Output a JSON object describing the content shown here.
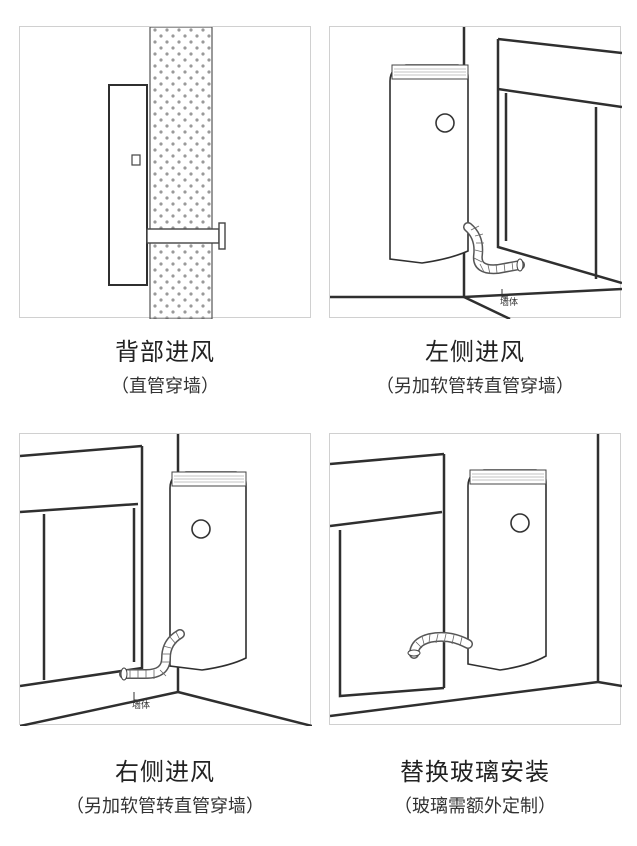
{
  "panels": [
    {
      "title": "背部进风",
      "subtitle": "（直管穿墙）"
    },
    {
      "title": "左侧进风",
      "subtitle": "（另加软管转直管穿墙）",
      "wall_label": "墙体"
    },
    {
      "title": "右侧进风",
      "subtitle": "（另加软管转直管穿墙）",
      "wall_label": "墙体"
    },
    {
      "title": "替换玻璃安装",
      "subtitle": "（玻璃需额外定制）"
    }
  ],
  "colors": {
    "line": "#3a3a3a",
    "border": "#d0d0d0",
    "wall_dot": "#9a9a9a"
  }
}
